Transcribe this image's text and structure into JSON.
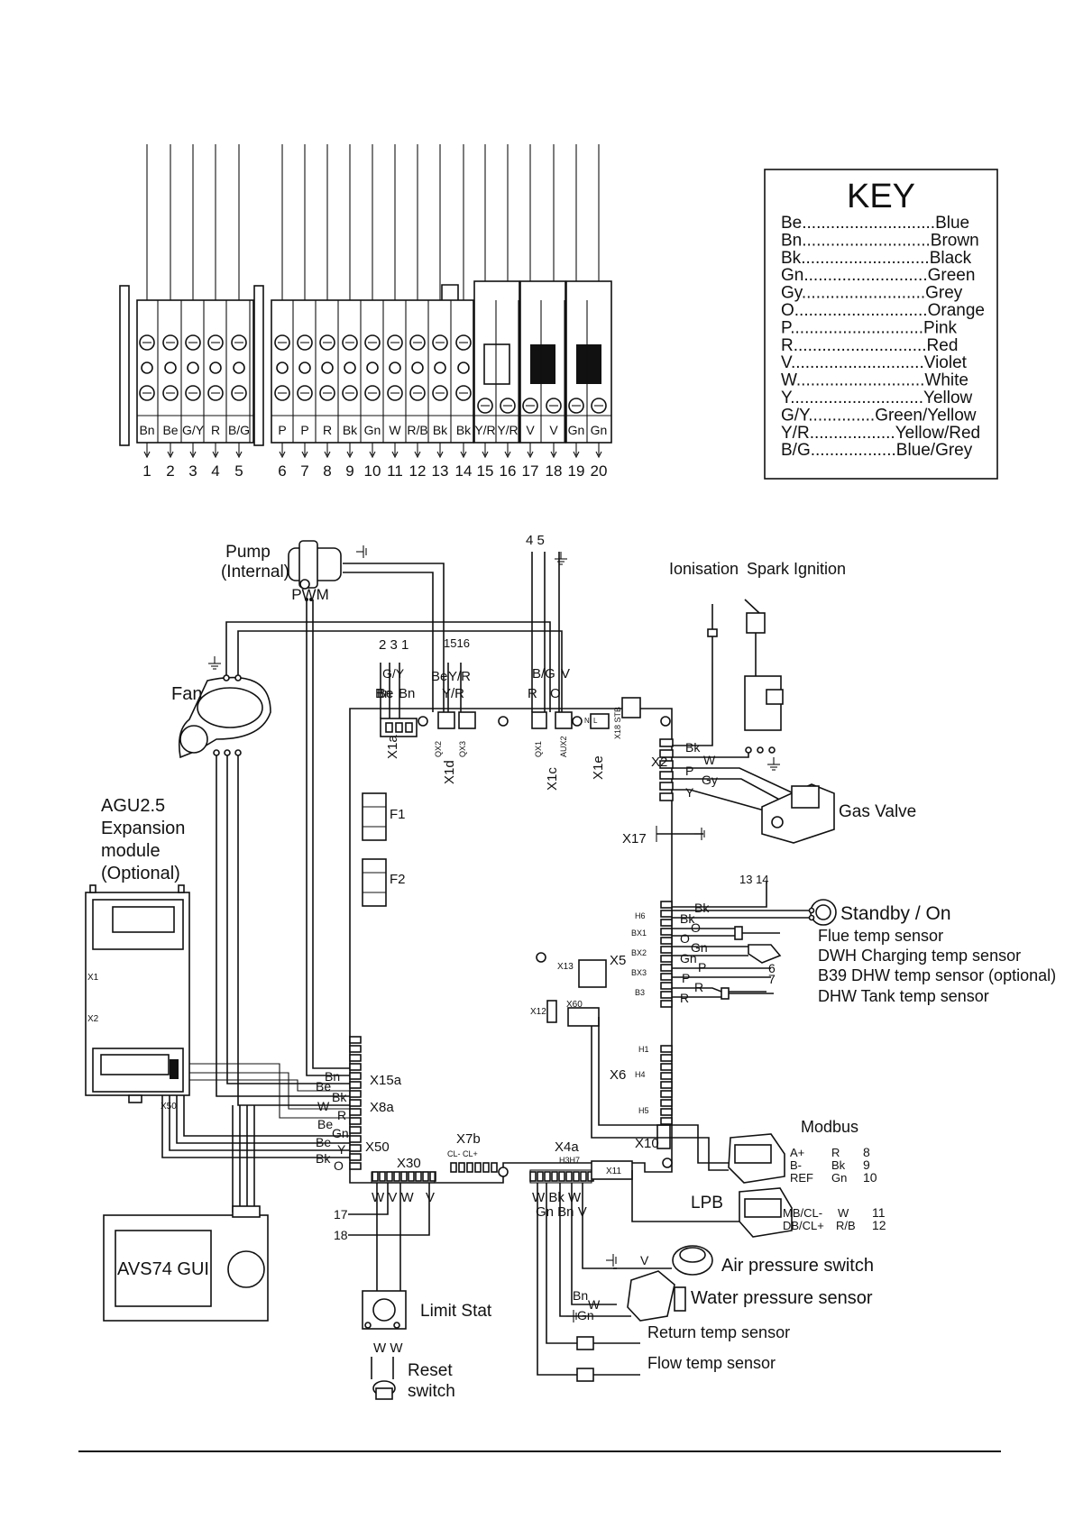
{
  "key": {
    "title": "KEY",
    "entries": [
      {
        "code": "Be",
        "dots": "............................",
        "name": "Blue"
      },
      {
        "code": "Bn",
        "dots": "...........................",
        "name": "Brown"
      },
      {
        "code": "Bk",
        "dots": "...........................",
        "name": "Black"
      },
      {
        "code": "Gn",
        "dots": "..........................",
        "name": "Green"
      },
      {
        "code": "Gy",
        "dots": "..........................",
        "name": "Grey"
      },
      {
        "code": "O",
        "dots": "............................",
        "name": "Orange"
      },
      {
        "code": "P",
        "dots": "............................",
        "name": "Pink"
      },
      {
        "code": "R",
        "dots": "............................",
        "name": "Red"
      },
      {
        "code": "V",
        "dots": "............................",
        "name": "Violet"
      },
      {
        "code": "W",
        "dots": "...........................",
        "name": "White"
      },
      {
        "code": "Y",
        "dots": "............................",
        "name": "Yellow"
      },
      {
        "code": "G/Y",
        "dots": "..............",
        "name": "Green/Yellow"
      },
      {
        "code": "Y/R",
        "dots": "..................",
        "name": "Yellow/Red"
      },
      {
        "code": "B/G",
        "dots": "..................",
        "name": "Blue/Grey"
      }
    ]
  },
  "terminal_strip": {
    "colours": [
      "Bn",
      "Be",
      "G/Y",
      "R",
      "B/G",
      "P",
      "P",
      "R",
      "Bk",
      "Gn",
      "W",
      "R/B",
      "Bk",
      "Bk",
      "Y/R",
      "Y/R",
      "V",
      "V",
      "Gn",
      "Gn"
    ],
    "numbers": [
      "1",
      "2",
      "3",
      "4",
      "5",
      "6",
      "7",
      "8",
      "9",
      "10",
      "11",
      "12",
      "13",
      "14",
      "15",
      "16",
      "17",
      "18",
      "19",
      "20"
    ]
  },
  "components": {
    "pump": "Pump",
    "pump_sub": "(Internal)",
    "pwm": "PWM",
    "fan": "Fan",
    "agu_line1": "AGU2.5",
    "agu_line2": "Expansion",
    "agu_line3": "module",
    "agu_line4": "(Optional)",
    "agu_x1": "X1",
    "agu_x2": "X2",
    "agu_x50": "X50",
    "avs74": "AVS74 GUI",
    "ionisation": "Ionisation",
    "spark": "Spark Ignition",
    "gas_valve": "Gas Valve",
    "standby": "Standby / On",
    "flue": "Flue temp sensor",
    "dwh": "DWH Charging temp sensor",
    "b39": "B39 DHW temp sensor (optional)",
    "dhw_tank": "DHW Tank temp sensor",
    "modbus": "Modbus",
    "lpb": "LPB",
    "air_pressure": "Air pressure switch",
    "water_pressure": "Water pressure sensor",
    "return_temp": "Return temp sensor",
    "flow_temp": "Flow temp sensor",
    "limit_stat": "Limit Stat",
    "reset_1": "Reset",
    "reset_2": "switch"
  },
  "board_labels": {
    "x1a": "X1a",
    "x1d": "X1d",
    "x1c": "X1c",
    "x1e": "X1e",
    "x2": "X2",
    "x18stb": "X18 STB",
    "qx2": "QX2",
    "qx3": "QX3",
    "qx1": "QX1",
    "aux2": "AUX2",
    "f1": "F1",
    "f2": "F2",
    "x17": "X17",
    "x13": "X13",
    "x5": "X5",
    "x12": "X12",
    "x60": "X60",
    "x6": "X6",
    "x15a": "X15a",
    "x8a": "X8a",
    "x50": "X50",
    "x30": "X30",
    "x7b": "X7b",
    "x4a": "X4a",
    "x10": "X10",
    "x11": "X11",
    "h6": "H6",
    "bx1": "BX1",
    "bx2": "BX2",
    "bx3": "BX3",
    "b3": "B3",
    "h1": "H1",
    "h4": "H4",
    "h5": "H5",
    "cl": "CL- CL+",
    "h3h7": "H3H7",
    "n": "N",
    "l": "L"
  },
  "wire_labels": {
    "top_nums_a": "2 3 1",
    "top_nums_b": "1516",
    "top_nums_c": "4 5",
    "gy": "G/Y",
    "be1": "Be",
    "bn1": "Bn",
    "yr1": "Y/R",
    "be2": "Be",
    "bn2": "Bn",
    "yr2": "Y/R",
    "bg": "B/G",
    "v1": "V",
    "r1": "R",
    "o1": "O",
    "x2_bk": "Bk",
    "x2_w": "W",
    "x2_p": "P",
    "x2_gy": "Gy",
    "x2_y": "Y",
    "sb_nums": "13 14",
    "sb_bk1": "Bk",
    "sb_bk2": "Bk",
    "fl_o1": "O",
    "fl_o2": "O",
    "dw_gn1": "Gn",
    "dw_gn2": "Gn",
    "b39_p1": "P",
    "b39_p2": "P",
    "b39_6": "6",
    "b39_7": "7",
    "tk_r1": "R",
    "tk_r2": "R",
    "l_bn": "Bn",
    "l_be1": "Be",
    "l_bk": "Bk",
    "l_w": "W",
    "l_r": "R",
    "l_be2": "Be",
    "l_gn": "Gn",
    "l_be3": "Be",
    "l_y": "Y",
    "l_bk2": "Bk",
    "l_o": "O",
    "x30_w": "W V W",
    "x30_v": "V",
    "n17": "17",
    "n18": "18",
    "ww": "W W",
    "x4a_top": "W Bk W",
    "x4a_bot": "Gn Bn V",
    "mb_a": "A+",
    "mb_b": "B-",
    "mb_ref": "REF",
    "mb_r": "R",
    "mb_bk": "Bk",
    "mb_gn": "Gn",
    "mb_8": "8",
    "mb_9": "9",
    "mb_10": "10",
    "lpb_1": "MB/CL-",
    "lpb_2": "DB/CL+",
    "lpb_w": "W",
    "lpb_rb": "R/B",
    "lpb_11": "11",
    "lpb_12": "12",
    "ap_v": "V",
    "wp_bn": "Bn",
    "wp_w": "W",
    "wp_gn": "Gn"
  }
}
